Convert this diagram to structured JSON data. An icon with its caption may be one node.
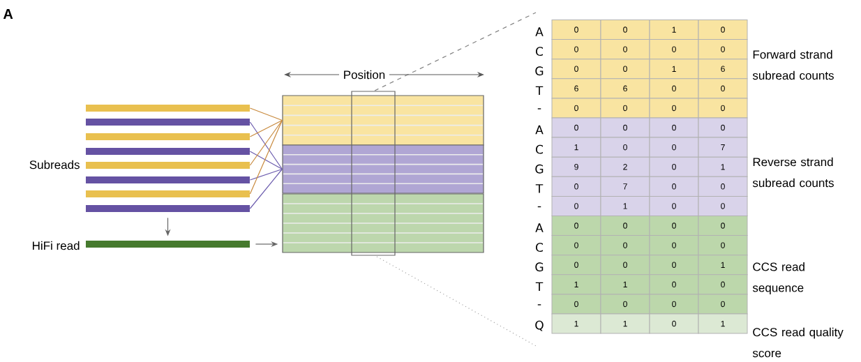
{
  "diagram": {
    "nodes": [
      {
        "text": [],
        "shape": "bar"
      },
      {
        "text": [],
        "shape": "bar"
      },
      {
        "text": [],
        "shape": "bar"
      },
      {
        "text": [],
        "shape": "bar"
      },
      {
        "text": [],
        "shape": "bar"
      },
      {
        "text": [],
        "shape": "bar"
      },
      {
        "text": [],
        "shape": "bar"
      },
      {
        "text": [],
        "shape": "bar"
      },
      {
        "text": [],
        "shape": "bar"
      },
      {
        "text": [],
        "shape": "box"
      },
      {
        "text": [],
        "shape": "box"
      },
      {
        "text": [],
        "shape": "box"
      },
      {
        "text": [],
        "shape": "box"
      }
    ],
    "edges": [
      {
        "from": 0,
        "to": 9,
        "arrow": "none",
        "color": "#c8893c"
      },
      {
        "from": 1,
        "to": 10,
        "arrow": "none",
        "color": "#6a5aad"
      },
      {
        "from": 2,
        "to": 9,
        "arrow": "none",
        "color": "#c8893c"
      },
      {
        "from": 3,
        "to": 10,
        "arrow": "none",
        "color": "#6a5aad"
      },
      {
        "from": 4,
        "to": 9,
        "arrow": "none",
        "color": "#c8893c"
      },
      {
        "from": 5,
        "to": 10,
        "arrow": "none",
        "color": "#6a5aad"
      },
      {
        "from": 6,
        "to": 9,
        "arrow": "none",
        "color": "#c8893c"
      },
      {
        "from": 7,
        "to": 10,
        "arrow": "none",
        "color": "#6a5aad"
      },
      {
        "from": 7,
        "to": 8,
        "arrow": "to",
        "color": "#666666"
      },
      {
        "from": 8,
        "to": 11,
        "arrow": "to",
        "color": "#666666"
      }
    ],
    "labels": [
      "A",
      "Position",
      "Subreads",
      "HiFi read",
      "A",
      "0",
      "0",
      "1",
      "0",
      "C",
      "0",
      "0",
      "0",
      "0",
      "G",
      "0",
      "0",
      "1",
      "6",
      "T",
      "6",
      "6",
      "0",
      "0",
      "-",
      "0",
      "0",
      "0",
      "0",
      "A",
      "0",
      "0",
      "0",
      "0",
      "C",
      "1",
      "0",
      "0",
      "7",
      "G",
      "9",
      "2",
      "0",
      "1",
      "T",
      "0",
      "7",
      "0",
      "0",
      "-",
      "0",
      "1",
      "0",
      "0",
      "A",
      "0",
      "0",
      "0",
      "0",
      "C",
      "0",
      "0",
      "0",
      "0",
      "G",
      "0",
      "0",
      "0",
      "1",
      "T",
      "1",
      "1",
      "0",
      "0",
      "-",
      "0",
      "0",
      "0",
      "0",
      "Q",
      "1",
      "1",
      "0",
      "1",
      "Forward strand subread counts",
      "Reverse strand subread counts",
      "CCS read sequence",
      "CCS read quality score"
    ]
  }
}
